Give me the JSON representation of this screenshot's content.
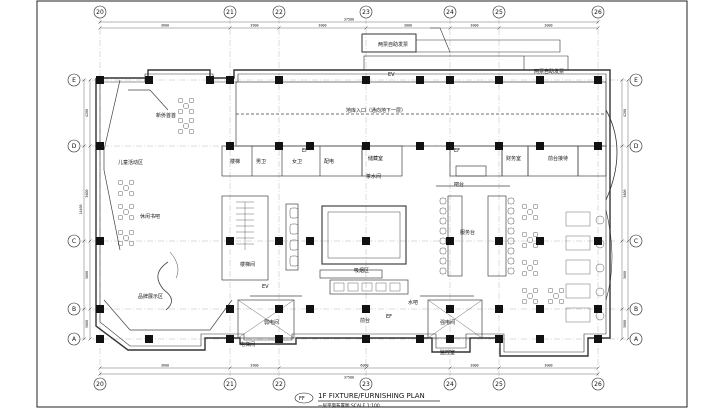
{
  "grid": {
    "columns": [
      "20",
      "21",
      "22",
      "23",
      "24",
      "25",
      "26"
    ],
    "rows": [
      "E",
      "D",
      "C",
      "B",
      "A"
    ]
  },
  "dimensions": {
    "top_segments": [
      "3600",
      "3900",
      "3000",
      "3000",
      "3000",
      "3000"
    ],
    "top_total": "37500",
    "bottom_segments": [
      "3600",
      "3900",
      "6000",
      "3000",
      "3000",
      "3000"
    ],
    "bottom_total": "37500",
    "left_segments": [
      "4200",
      "3600",
      "3600",
      "3000"
    ],
    "left_total": "14400",
    "right_segments": [
      "4200",
      "3600",
      "3600",
      "3000"
    ]
  },
  "rooms": [
    "两票自助发票",
    "两票自助发票",
    "地库入口（通向地下一层）",
    "新侨首首",
    "儿童活动区",
    "休闲书吧",
    "品牌展示区",
    "男卫",
    "女卫",
    "储藏室",
    "茶水间",
    "财务室",
    "前台接待",
    "楼梯间",
    "服务台",
    "吧台",
    "电梯间",
    "弱电间",
    "强电间",
    "监控室",
    "前台",
    "吸烟区",
    "水吧",
    "配电",
    "楼梯"
  ],
  "small_labels": [
    "EV",
    "EV",
    "EF",
    "EF",
    "EF"
  ],
  "legend_tag": "FF",
  "title": "1F FIXTURE/FURNISHING PLAN",
  "subtitle": "一层平面布置图    SCALE 1:100"
}
